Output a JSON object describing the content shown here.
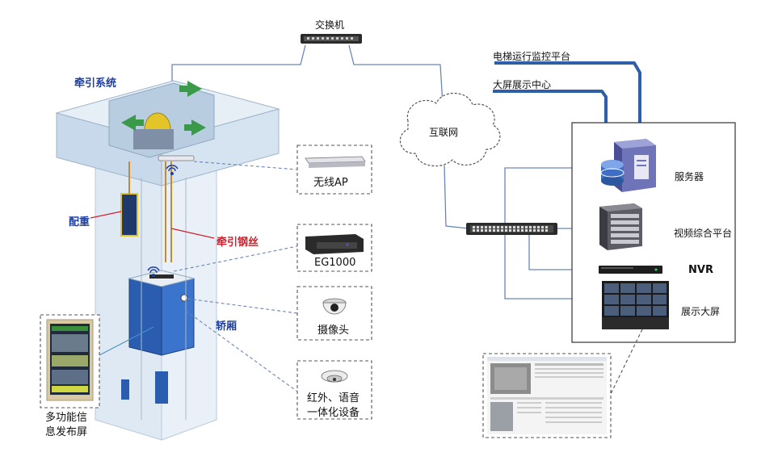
{
  "labels": {
    "switch_top": "交换机",
    "internet": "互联网",
    "monitor_platform": "电梯运行监控平台",
    "big_screen_center": "大屏展示中心",
    "server": "服务器",
    "video_platform": "视频综合平台",
    "nvr": "NVR",
    "display_wall": "展示大屏",
    "traction_system": "牵引系统",
    "counterweight": "配重",
    "traction_rope": "牵引钢丝",
    "car": "轿厢",
    "wireless_ap": "无线AP",
    "eg1000": "EG1000",
    "camera": "摄像头",
    "ir_voice_line1": "红外、语音",
    "ir_voice_line2": "一体化设备",
    "info_screen_line1": "多功能信",
    "info_screen_line2": "息发布屏"
  },
  "colors": {
    "link_blue": "#2f5fa8",
    "thin_link": "#6a86b8",
    "red_callout": "#d0202c",
    "label_blue": "#1f3f9e",
    "shaft_glass": "#cfe0ef",
    "arrow_green": "#3a9a4a"
  }
}
